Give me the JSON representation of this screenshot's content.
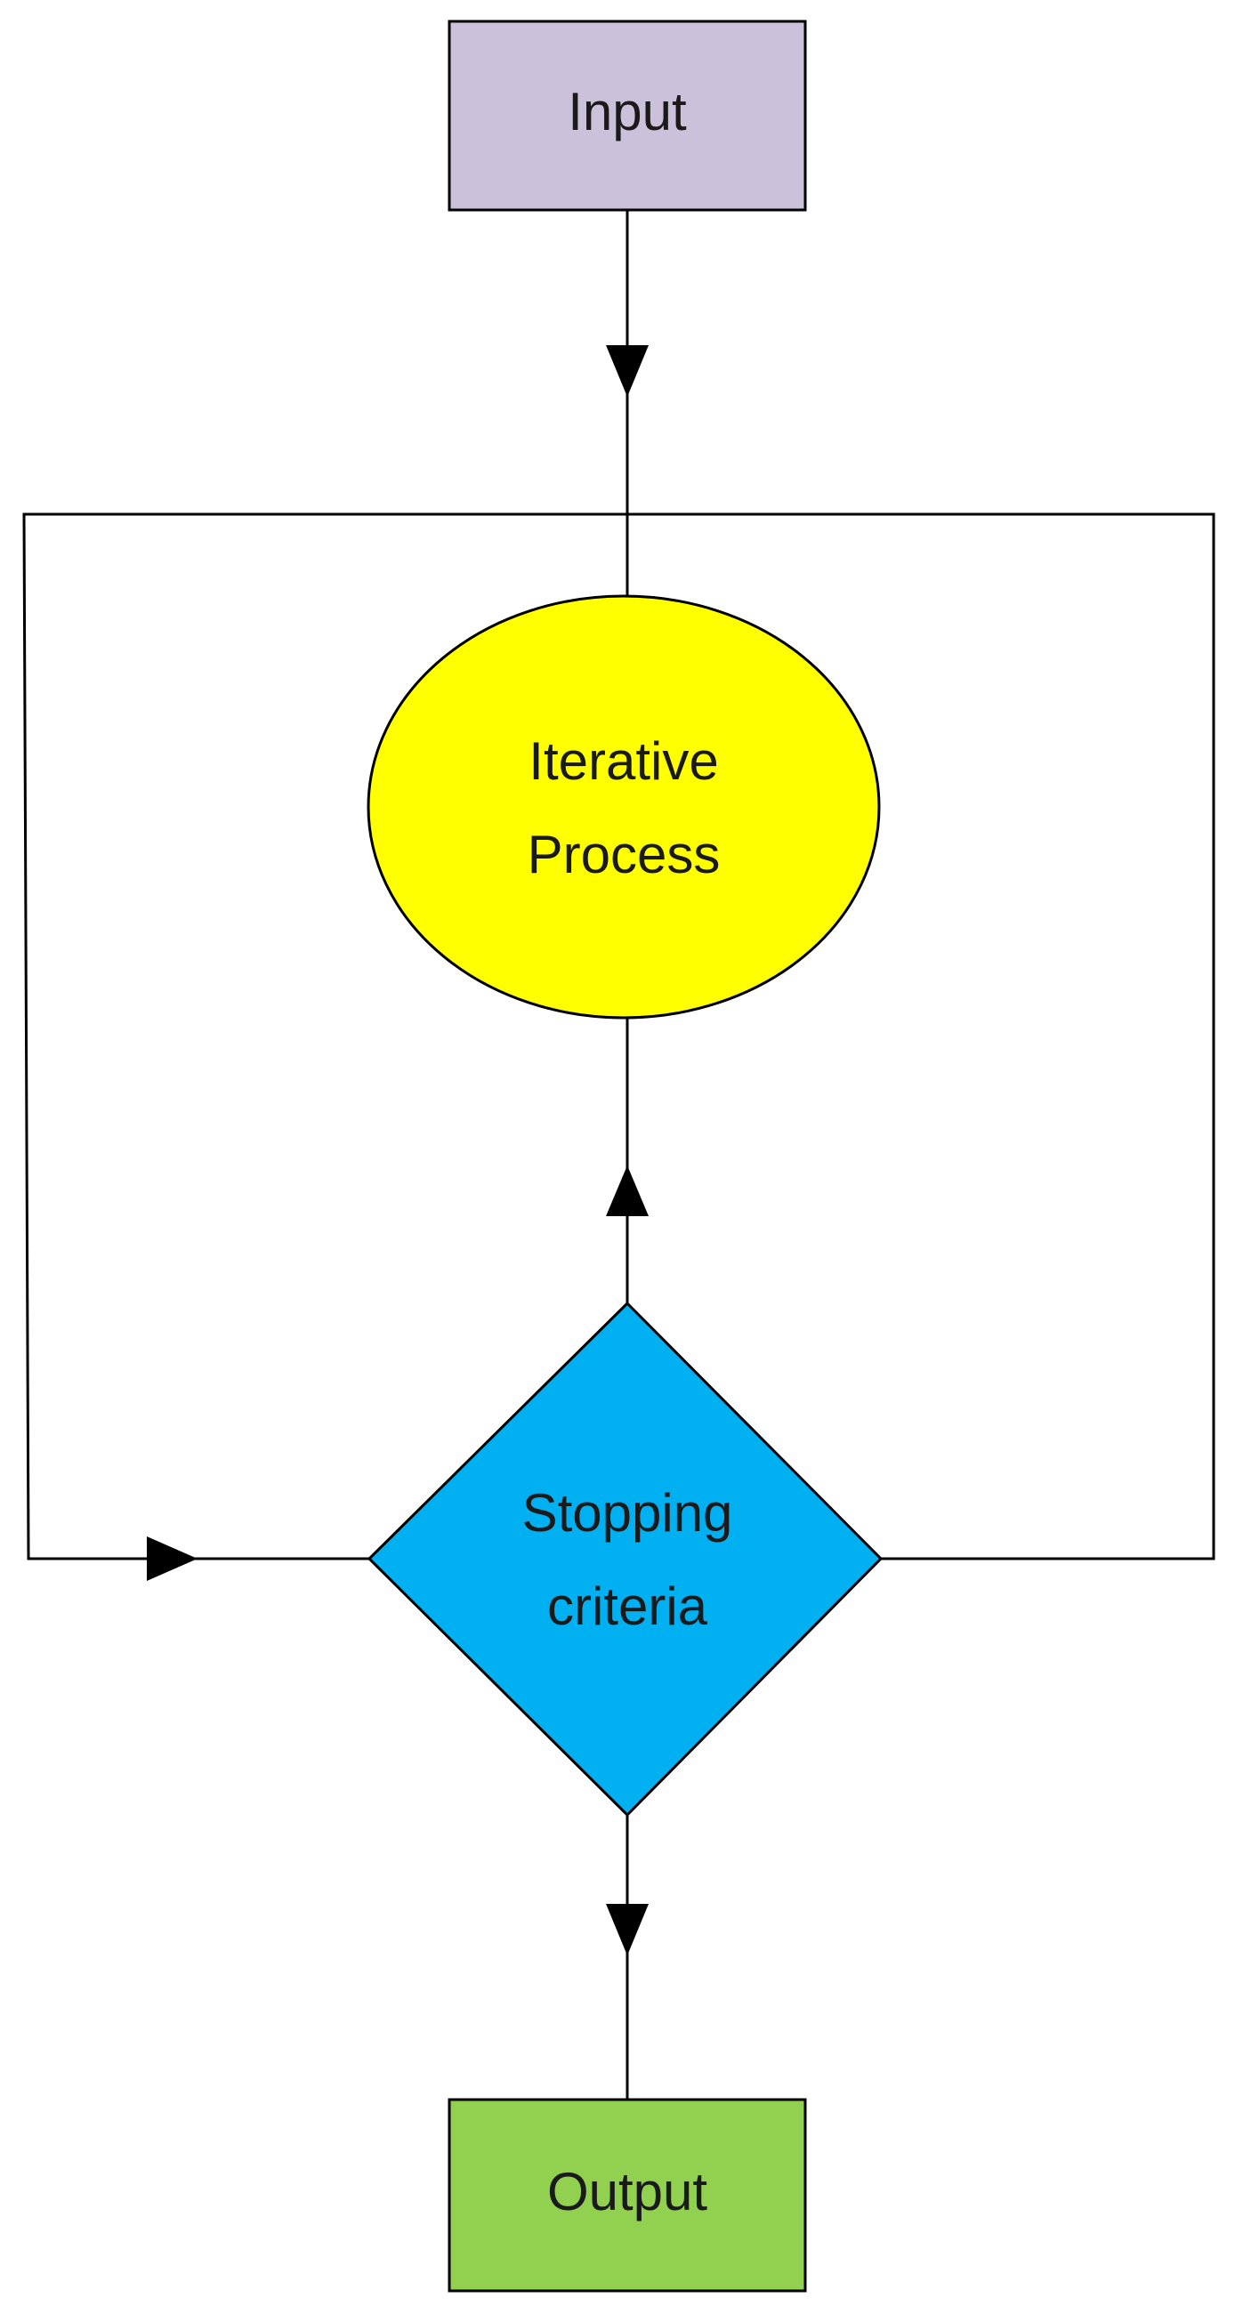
{
  "nodes": {
    "input": {
      "label": "Input",
      "fill": "#ccc1da"
    },
    "process": {
      "line1": "Iterative",
      "line2": "Process",
      "fill": "#ffff00"
    },
    "decision": {
      "line1": "Stopping",
      "line2": "criteria",
      "fill": "#00b0f0"
    },
    "output": {
      "label": "Output",
      "fill": "#92d050"
    }
  },
  "colors": {
    "stroke": "#000000",
    "background": "#ffffff"
  }
}
